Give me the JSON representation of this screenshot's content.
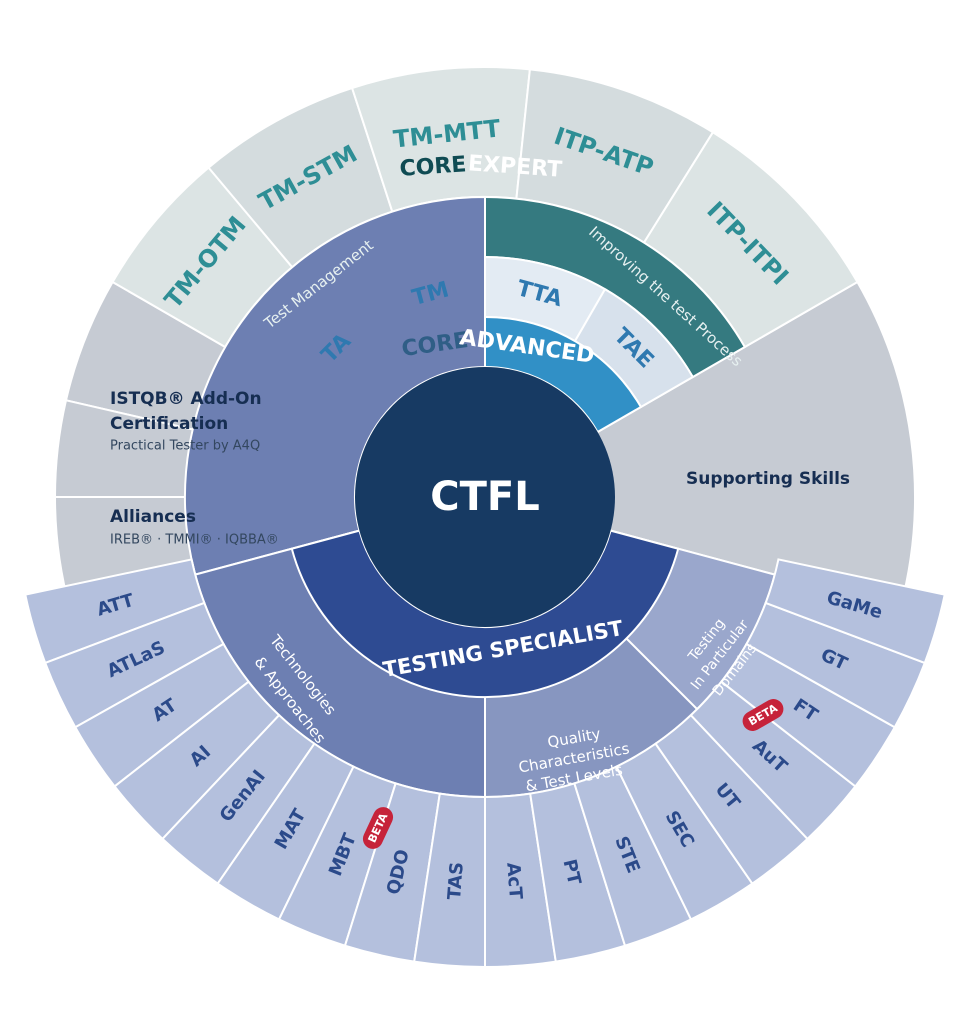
{
  "center": {
    "label": "CTFL"
  },
  "core_advanced": {
    "word1": "CORE",
    "word2": "ADVANCED"
  },
  "core_expert": {
    "word1": "CORE",
    "word2": "EXPERT"
  },
  "testing_specialist": {
    "label": "TESTING SPECIALIST"
  },
  "advanced_modules": [
    "TA",
    "TM",
    "TTA",
    "TAE"
  ],
  "expert_streams": {
    "left": "Test Management",
    "right": "Improving the test Process"
  },
  "expert_modules": [
    "TM-OTM",
    "TM-STM",
    "TM-MTT",
    "ITP-ATP",
    "ITP-ITPI"
  ],
  "add_on": {
    "title_line1": "ISTQB® Add-On",
    "title_line2": "Certification",
    "subtitle": "Practical Tester by A4Q"
  },
  "alliances": {
    "title": "Alliances",
    "subtitle": "IREB® · TMMI® · IQBBA®"
  },
  "supporting_skills": {
    "label": "Supporting Skills"
  },
  "specialist_groups": {
    "tech": {
      "line1": "Technologies",
      "line2": "& Approaches"
    },
    "quality": {
      "line1": "Quality",
      "line2": "Characteristics",
      "line3": "& Test Levels"
    },
    "domains": {
      "line1": "Testing",
      "line2": "In Particular",
      "line3": "Domains"
    }
  },
  "specialist_modules": [
    "ATT",
    "ATLaS",
    "AT",
    "AI",
    "GenAI",
    "MAT",
    "MBT",
    "QDO",
    "TAS",
    "AcT",
    "PT",
    "STE",
    "SEC",
    "UT",
    "AuT",
    "FT",
    "GT",
    "GaMe"
  ],
  "beta_label": "BETA",
  "colors": {
    "navy": "#173A63",
    "advanced_blue": "#3190C6",
    "advanced_light": "#E3EBF3",
    "expert_teal": "#357A80",
    "expert_light": "#DCE4E4",
    "grey": "#C6CBD3",
    "specialist_dark": "#2E4B92",
    "tech_fill": "#6D7FB2",
    "quality_fill": "#8796C0",
    "domain_fill": "#9AA7CC",
    "module_fill": "#B4C0DD",
    "beta_red": "#C6233A"
  }
}
